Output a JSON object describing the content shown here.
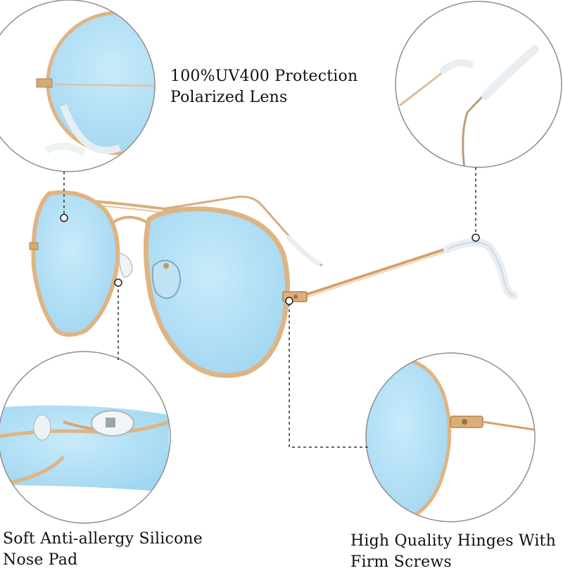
{
  "colors": {
    "lens_blue": "#a9dbf3",
    "lens_blue_light": "#cdeefb",
    "frame_gold": "#e2b98a",
    "frame_gold_dark": "#c9955f",
    "circle_border": "#8e8e8e",
    "callout_line": "#333333"
  },
  "callouts": {
    "lens": {
      "line1": "100%UV400 Protection",
      "line2": "Polarized Lens"
    },
    "nose_pad": {
      "line1": "Soft Anti-allergy Silicone",
      "line2": "Nose Pad"
    },
    "hinge": {
      "line1": "High Quality Hinges With",
      "line2": "Firm Screws"
    }
  }
}
